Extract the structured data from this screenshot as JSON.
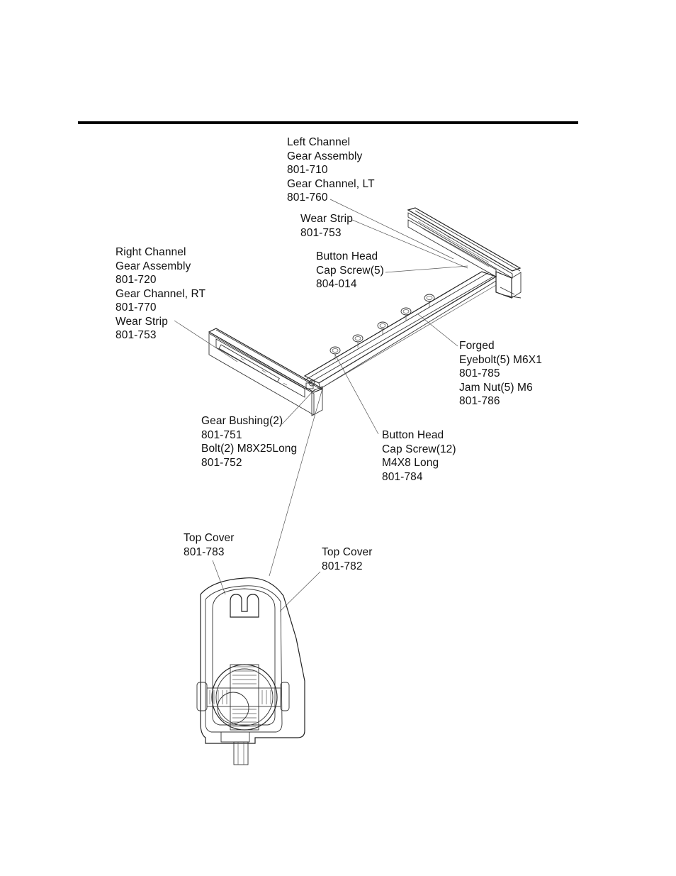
{
  "callouts": {
    "left_channel": [
      "Left Channel",
      "Gear Assembly",
      "801-710",
      "Gear Channel, LT",
      "801-760"
    ],
    "wear_strip_top": [
      "Wear Strip",
      "801-753"
    ],
    "button_head_top": [
      "Button Head",
      "Cap Screw(5)",
      "804-014"
    ],
    "right_channel": [
      "Right Channel",
      "Gear Assembly",
      "801-720",
      "Gear Channel, RT",
      "801-770",
      "Wear Strip",
      "801-753"
    ],
    "forged_eyebolt": [
      "Forged",
      "Eyebolt(5) M6X1",
      "801-785",
      "Jam Nut(5) M6",
      "801-786"
    ],
    "gear_bushing": [
      "Gear Bushing(2)",
      "801-751",
      "Bolt(2) M8X25Long",
      "801-752"
    ],
    "button_head_bottom": [
      "Button Head",
      "Cap Screw(12)",
      "M4X8 Long",
      "801-784"
    ],
    "top_cover_783": [
      "Top Cover",
      "801-783"
    ],
    "top_cover_782": [
      "Top Cover",
      "801-782"
    ]
  },
  "colors": {
    "line": "#333333",
    "rule": "#000000",
    "background": "#ffffff"
  }
}
